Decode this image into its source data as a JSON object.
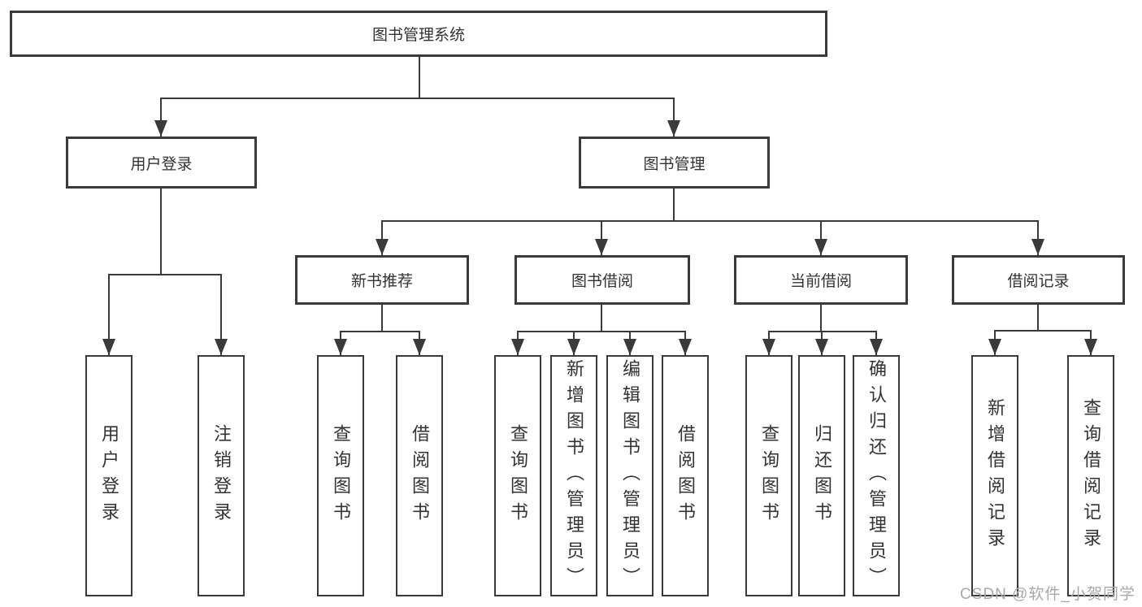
{
  "tree": {
    "root_label": "图书管理系统",
    "l2": [
      {
        "label": "用户登录",
        "leaves": [
          "用户登录",
          "注销登录"
        ]
      },
      {
        "label": "图书管理"
      }
    ],
    "l3": [
      {
        "label": "新书推荐",
        "leaves": [
          "查询图书",
          "借阅图书"
        ]
      },
      {
        "label": "图书借阅",
        "leaves": [
          "查询图书",
          "新增图书（管理员）",
          "编辑图书（管理员）",
          "借阅图书"
        ]
      },
      {
        "label": "当前借阅",
        "leaves": [
          "查询图书",
          "归还图书",
          "确认归还（管理员）"
        ]
      },
      {
        "label": "借阅记录",
        "leaves": [
          "新增借阅记录",
          "查询借阅记录"
        ]
      }
    ]
  },
  "watermark": {
    "text": "CSDN @软件_小贺同学"
  },
  "colors": {
    "line": "#3a3a3a",
    "text": "#333333",
    "watermark": "#a9a9a9",
    "background": "#ffffff"
  }
}
